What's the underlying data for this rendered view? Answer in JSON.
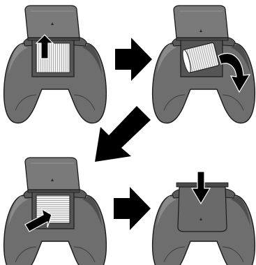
{
  "figure": {
    "steps": [
      {
        "step": 1,
        "action": "open-battery-cover"
      },
      {
        "step": 2,
        "action": "remove-old-battery"
      },
      {
        "step": 3,
        "action": "insert-new-battery"
      },
      {
        "step": 4,
        "action": "close-battery-cover"
      }
    ],
    "colors": {
      "body": "#6e6e6e",
      "body_light": "#8a8a8a",
      "body_dark": "#4a4a4a",
      "cover": "#7a7a7a",
      "interior": "#5a5a5a",
      "battery": "#eeeeee",
      "arrow": "#000000",
      "outline": "#1a1a1a"
    },
    "icons": [
      "arrow-right-icon",
      "arrow-down-left-icon",
      "arrow-up-icon",
      "curved-arrow-icon",
      "arrow-down-icon",
      "arrow-diagonal-icon"
    ]
  }
}
